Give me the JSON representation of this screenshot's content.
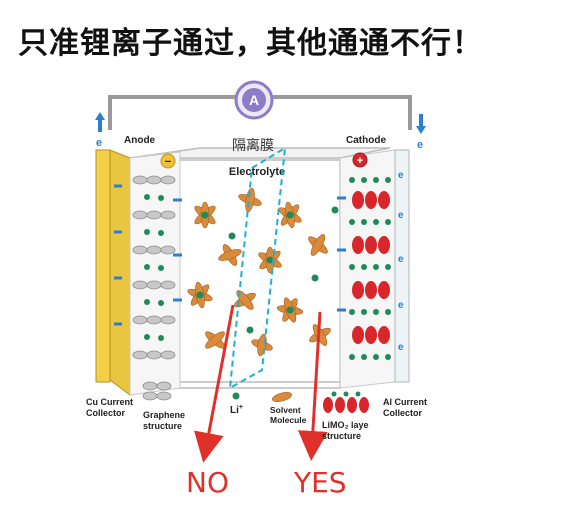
{
  "headline": "只准锂离子通过，其他通通不行！",
  "labels": {
    "ammeter": "A",
    "anode": "Anode",
    "cathode": "Cathode",
    "separator": "隔离膜",
    "electrolyte": "Electrolyte",
    "electron": "e",
    "minus": "−",
    "plus": "+",
    "cu_collector_line1": "Cu Current",
    "cu_collector_line2": "Collector",
    "graphene_line1": "Graphene",
    "graphene_line2": "structure",
    "li_ion": "Li",
    "li_sup": "+",
    "solvent_line1": "Solvent",
    "solvent_line2": "Molecule",
    "limo2_line1": "LiMO₂ laye",
    "limo2_line2": "structure",
    "al_collector_line1": "Al Current",
    "al_collector_line2": "Collector",
    "no": "NO",
    "yes": "YES"
  },
  "colors": {
    "anode_gold": "#f2c230",
    "li_ion_green": "#1f8a5a",
    "solvent_orange": "#d98a3a",
    "cathode_red": "#d8262b",
    "separator_cyan": "#1fb0cf",
    "arrow_red": "#e0302a",
    "ammeter_purple": "#8e7bc9"
  }
}
